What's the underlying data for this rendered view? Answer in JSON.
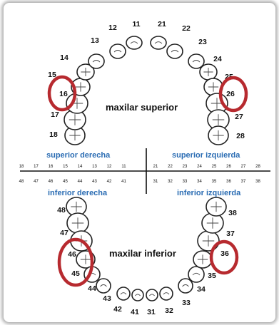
{
  "labels": {
    "upper_jaw": "maxilar superior",
    "lower_jaw": "maxilar inferior",
    "upper_right": "superior derecha",
    "upper_left": "superior izquierda",
    "lower_right": "inferior derecha",
    "lower_left": "inferior izquierda"
  },
  "upper_arch_numbers": [
    "18",
    "17",
    "16",
    "15",
    "14",
    "13",
    "12",
    "11",
    "21",
    "22",
    "23",
    "24",
    "25",
    "26",
    "27",
    "28"
  ],
  "lower_arch_numbers": [
    "48",
    "47",
    "46",
    "45",
    "44",
    "43",
    "42",
    "41",
    "31",
    "32",
    "33",
    "34",
    "35",
    "36",
    "37",
    "38"
  ],
  "quadrant_row_upper": [
    "18",
    "17",
    "16",
    "15",
    "14",
    "13",
    "12",
    "11",
    "21",
    "22",
    "23",
    "24",
    "25",
    "26",
    "27",
    "28"
  ],
  "quadrant_row_lower": [
    "48",
    "47",
    "46",
    "45",
    "44",
    "43",
    "42",
    "41",
    "31",
    "32",
    "33",
    "34",
    "35",
    "36",
    "37",
    "38"
  ],
  "highlighted": [
    "16",
    "26",
    "46",
    "45",
    "36"
  ],
  "colors": {
    "highlight": "#b72a2f",
    "region_text": "#2a6cb3",
    "outline": "#222222"
  }
}
